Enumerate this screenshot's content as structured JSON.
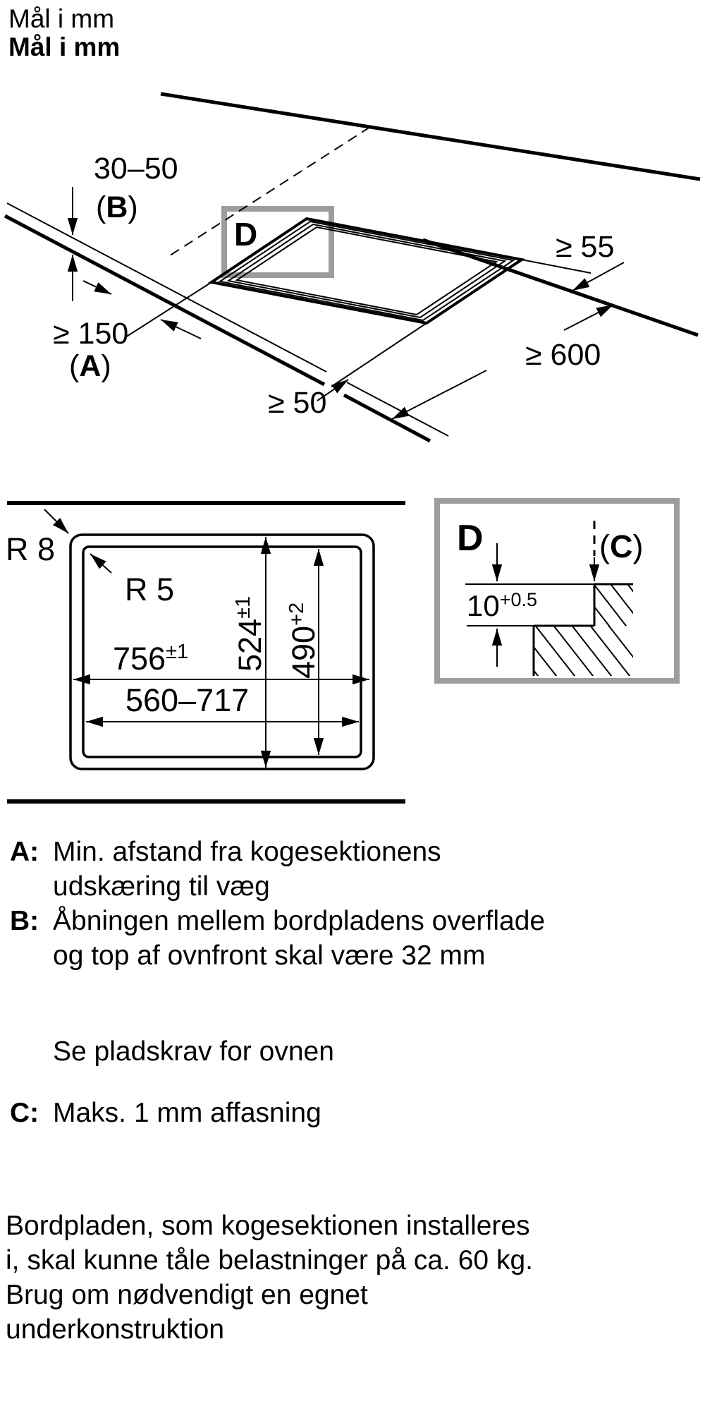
{
  "title": {
    "regular": "Mål i mm",
    "bold": "Mål i mm"
  },
  "iso": {
    "dim_b_value": "30–50",
    "dim_b_label": {
      "open": "(",
      "letter": "B",
      "close": ")"
    },
    "dim_a_value": "≥ 150",
    "dim_a_label": {
      "open": "(",
      "letter": "A",
      "close": ")"
    },
    "dim_front_value": "≥ 50",
    "dim_depth_value": "≥ 600",
    "dim_back_value": "≥ 55",
    "detail_marker": "D"
  },
  "plan": {
    "radius_outer": "R 8",
    "radius_inner": "R 5",
    "cutout_width": {
      "value": "756",
      "sup": "±1"
    },
    "width_range": "560–717",
    "cutout_depth": {
      "value": "524",
      "sup": "±1"
    },
    "inner_depth": {
      "value": "490",
      "sup": "+2"
    }
  },
  "detail": {
    "marker": "D",
    "c_label": {
      "open": "(",
      "letter": "C",
      "close": ")"
    },
    "step_depth": {
      "value": "10",
      "sup": "+0.5"
    }
  },
  "notes": [
    {
      "letter": "A:",
      "lines": [
        "Min. afstand fra kogesektionens",
        "udskæring til væg"
      ]
    },
    {
      "letter": "B:",
      "lines": [
        "Åbningen mellem bordpladens overflade",
        "og top af ovnfront skal være 32 mm"
      ]
    },
    {
      "letter": "",
      "lines": [
        "Se pladskrav for ovnen"
      ]
    },
    {
      "letter": "C:",
      "lines": [
        "Maks. 1 mm affasning"
      ]
    }
  ],
  "paragraph": {
    "lines": [
      "Bordpladen, som kogesektionen installeres",
      "i, skal kunne tåle belastninger på ca. 60 kg.",
      "Brug om nødvendigt en egnet",
      "underkonstruktion"
    ]
  },
  "colors": {
    "detail_frame": "#9d9d9d",
    "line": "#000000"
  }
}
